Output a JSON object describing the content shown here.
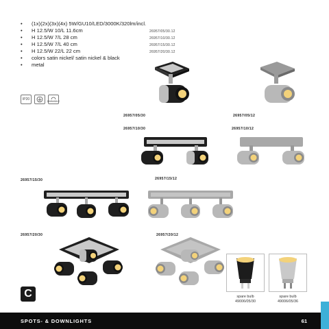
{
  "specs": [
    {
      "text": "(1x)(2x)(3x)(4x) 5W/GU10/LED/3000K/320lm/incl.",
      "code": ""
    },
    {
      "text": "H 12.5/W 10/L 11.6cm",
      "code": "26957/05/30.12"
    },
    {
      "text": "H 12.5/W 7/L 28 cm",
      "code": "26957/10/30.12"
    },
    {
      "text": "H 12.5/W 7/L 40 cm",
      "code": "26957/15/30.12"
    },
    {
      "text": "H 12.5/W 22/L 22 cm",
      "code": "26957/20/30.12"
    },
    {
      "text": "colors satin nickel/ satin nickel & black",
      "code": ""
    },
    {
      "text": "metal",
      "code": ""
    }
  ],
  "bullet": "•",
  "cert_icons": [
    {
      "name": "ip20-icon",
      "label": "IP20"
    },
    {
      "name": "class-one-icon",
      "label": ""
    },
    {
      "name": "dimmable-icon",
      "label": "DIMMABLE"
    }
  ],
  "product_codes": {
    "p1": "26957/05/30",
    "p2": "26957/05/12",
    "p3": "26957/10/30",
    "p4": "26957/10/12",
    "p5": "26957/15/30",
    "p6": "26957/15/12",
    "p7": "26957/20/30",
    "p8": "26957/20/12"
  },
  "bulbs": [
    {
      "caption_line1": "spare bulb",
      "caption_line2": "49006/05/30"
    },
    {
      "caption_line1": "spare bulb",
      "caption_line2": "49006/05/36"
    }
  ],
  "category_letter": "C",
  "footer": {
    "title": "SPOTS- & DOWNLIGHTS",
    "page": "61"
  },
  "colors": {
    "black_finish": "#1f1f1f",
    "nickel": "#b8b8b8",
    "lens": "#f3d27a",
    "footer_bg": "#0d0d0d",
    "accent": "#3db0d8"
  }
}
